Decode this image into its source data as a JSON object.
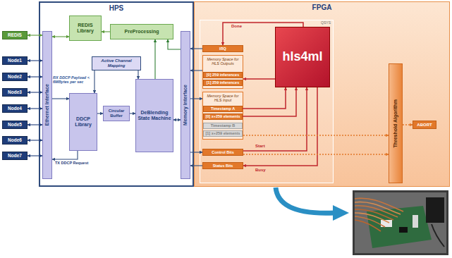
{
  "diagram": {
    "nodes": [
      {
        "text": [
          "REDIS"
        ]
      },
      {
        "text": [
          "Node1"
        ]
      },
      {
        "text": [
          "Node2"
        ]
      },
      {
        "text": [
          "Node3"
        ]
      },
      {
        "text": [
          "Node4"
        ]
      },
      {
        "text": [
          "Node5"
        ]
      },
      {
        "text": [
          "Node6"
        ]
      },
      {
        "text": [
          "Node7"
        ]
      },
      {
        "text": [
          "HPS"
        ]
      },
      {
        "text": [
          "Ethernet Interface"
        ],
        "in": 8
      },
      {
        "text": [
          "REDIS Library"
        ],
        "in": 8
      },
      {
        "text": [
          "PreProcessing"
        ],
        "in": 8
      },
      {
        "text": [
          "Active Channel Mapping"
        ],
        "in": 8
      },
      {
        "text": [
          "DDCP Library"
        ],
        "in": 8
      },
      {
        "text": [
          "Circular Buffer"
        ],
        "in": 8
      },
      {
        "text": [
          "DeBlending State Machine"
        ],
        "in": 8
      },
      {
        "text": [
          "Memory Interface"
        ],
        "in": 8
      },
      {
        "text": [
          "FPGA"
        ]
      },
      {
        "text": [
          "QSYS"
        ],
        "in": 17
      },
      {
        "text": [
          "IRQ"
        ],
        "in": 18
      },
      {
        "text": [
          "Memory Space for HLS Outputs"
        ],
        "in": 18
      },
      {
        "text": [
          "[0] 259 inferences"
        ],
        "in": 20
      },
      {
        "text": [
          "[1] 259 inferences"
        ],
        "in": 20
      },
      {
        "text": [
          "Memory Space for HLS Input"
        ],
        "in": 18
      },
      {
        "text": [
          "Timestamp A"
        ],
        "in": 23
      },
      {
        "text": [
          "[0] x+259 elements"
        ],
        "in": 23
      },
      {
        "text": [
          "Timestamp B"
        ],
        "in": 23
      },
      {
        "text": [
          "[1] x+259 elements"
        ],
        "in": 23
      },
      {
        "text": [
          "Control Bits"
        ],
        "in": 18
      },
      {
        "text": [
          "Status Bits"
        ],
        "in": 18
      },
      {
        "text": [
          "hls4ml"
        ],
        "in": 18
      },
      {
        "text": [
          "Threshold Algorithm"
        ],
        "in": 17
      },
      {
        "text": [
          "ABORT"
        ],
        "in": 17
      }
    ],
    "edges": [
      {
        "from": 0,
        "to": 9,
        "arrow": "both"
      },
      {
        "from": 1,
        "to": 9,
        "arrow": "both"
      },
      {
        "from": 2,
        "to": 9,
        "arrow": "both"
      },
      {
        "from": 3,
        "to": 9,
        "arrow": "both"
      },
      {
        "from": 4,
        "to": 9,
        "arrow": "both"
      },
      {
        "from": 5,
        "to": 9,
        "arrow": "both"
      },
      {
        "from": 6,
        "to": 9,
        "arrow": "both"
      },
      {
        "from": 7,
        "to": 9,
        "arrow": "both"
      },
      {
        "from": 9,
        "to": 10,
        "arrow": "both"
      },
      {
        "from": 11,
        "to": 10,
        "arrow": "to"
      },
      {
        "from": 15,
        "to": 11,
        "arrow": "to"
      },
      {
        "from": 16,
        "to": 11,
        "arrow": "to"
      },
      {
        "from": 9,
        "to": 13,
        "label": "RX DDCP Payload < 6MBytes per sec",
        "arrow": "to"
      },
      {
        "from": 13,
        "to": 9,
        "label": "TX DDCP Request",
        "arrow": "to"
      },
      {
        "from": 12,
        "to": 13,
        "arrow": "to"
      },
      {
        "from": 12,
        "to": 15,
        "arrow": "to"
      },
      {
        "from": 13,
        "to": 14,
        "arrow": "to"
      },
      {
        "from": 14,
        "to": 15,
        "arrow": "to"
      },
      {
        "from": 15,
        "to": 16,
        "arrow": "both"
      },
      {
        "from": 19,
        "to": 16,
        "arrow": "to"
      },
      {
        "from": 20,
        "to": 16,
        "arrow": "to"
      },
      {
        "from": 16,
        "to": 23,
        "arrow": "to"
      },
      {
        "from": 16,
        "to": 28,
        "arrow": "to"
      },
      {
        "from": 29,
        "to": 16,
        "arrow": "to"
      },
      {
        "from": 30,
        "to": 19,
        "label": "Done",
        "arrow": "to"
      },
      {
        "from": 30,
        "to": 20,
        "arrow": "to"
      },
      {
        "from": 24,
        "to": 30,
        "arrow": "to"
      },
      {
        "from": 25,
        "to": 30,
        "arrow": "to"
      },
      {
        "from": 28,
        "to": 30,
        "label": "Start",
        "arrow": "to"
      },
      {
        "from": 30,
        "to": 29,
        "label": "Busy",
        "arrow": "to"
      },
      {
        "from": 23,
        "to": 31,
        "arrow": "to"
      },
      {
        "from": 28,
        "to": 31,
        "arrow": "to"
      },
      {
        "from": 31,
        "to": 32,
        "arrow": "to"
      }
    ]
  }
}
